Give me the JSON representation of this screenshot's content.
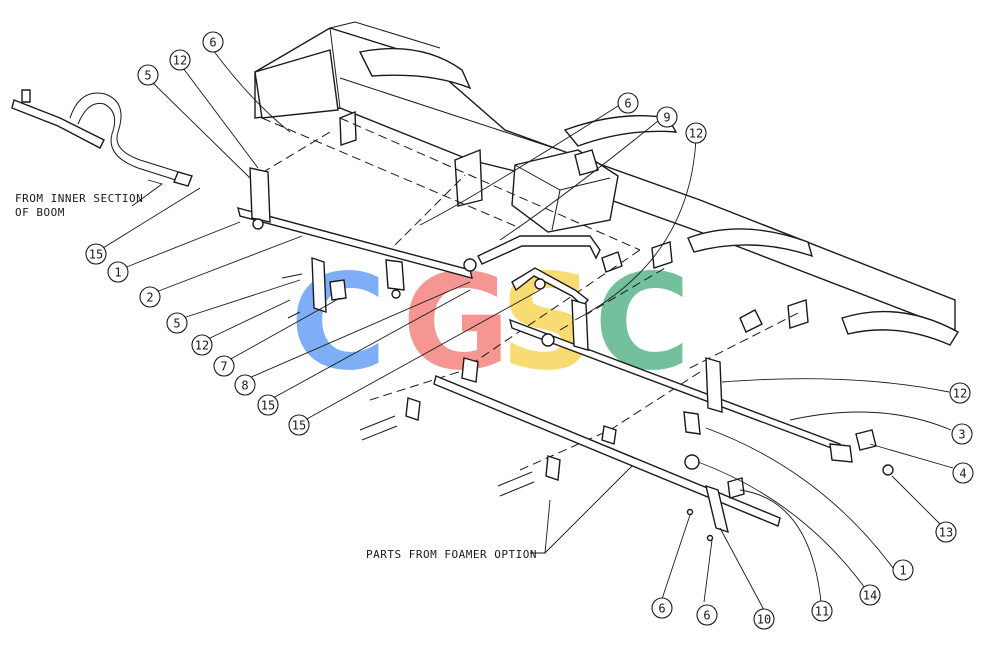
{
  "notes": {
    "inner_section_line1": "FROM INNER SECTION",
    "inner_section_line2": "OF BOOM",
    "foamer": "PARTS FROM FOAMER OPTION"
  },
  "watermark": {
    "letters": [
      "C",
      "G",
      "S",
      "C"
    ],
    "colors": [
      "#4d8ff5",
      "#f26e6a",
      "#f7ce3e",
      "#3fa877"
    ]
  },
  "callouts": [
    "6",
    "12",
    "5",
    "6",
    "9",
    "12",
    "15",
    "1",
    "2",
    "5",
    "12",
    "7",
    "8",
    "15",
    "15",
    "12",
    "3",
    "4",
    "13",
    "1",
    "14",
    "11",
    "10",
    "6",
    "6"
  ]
}
